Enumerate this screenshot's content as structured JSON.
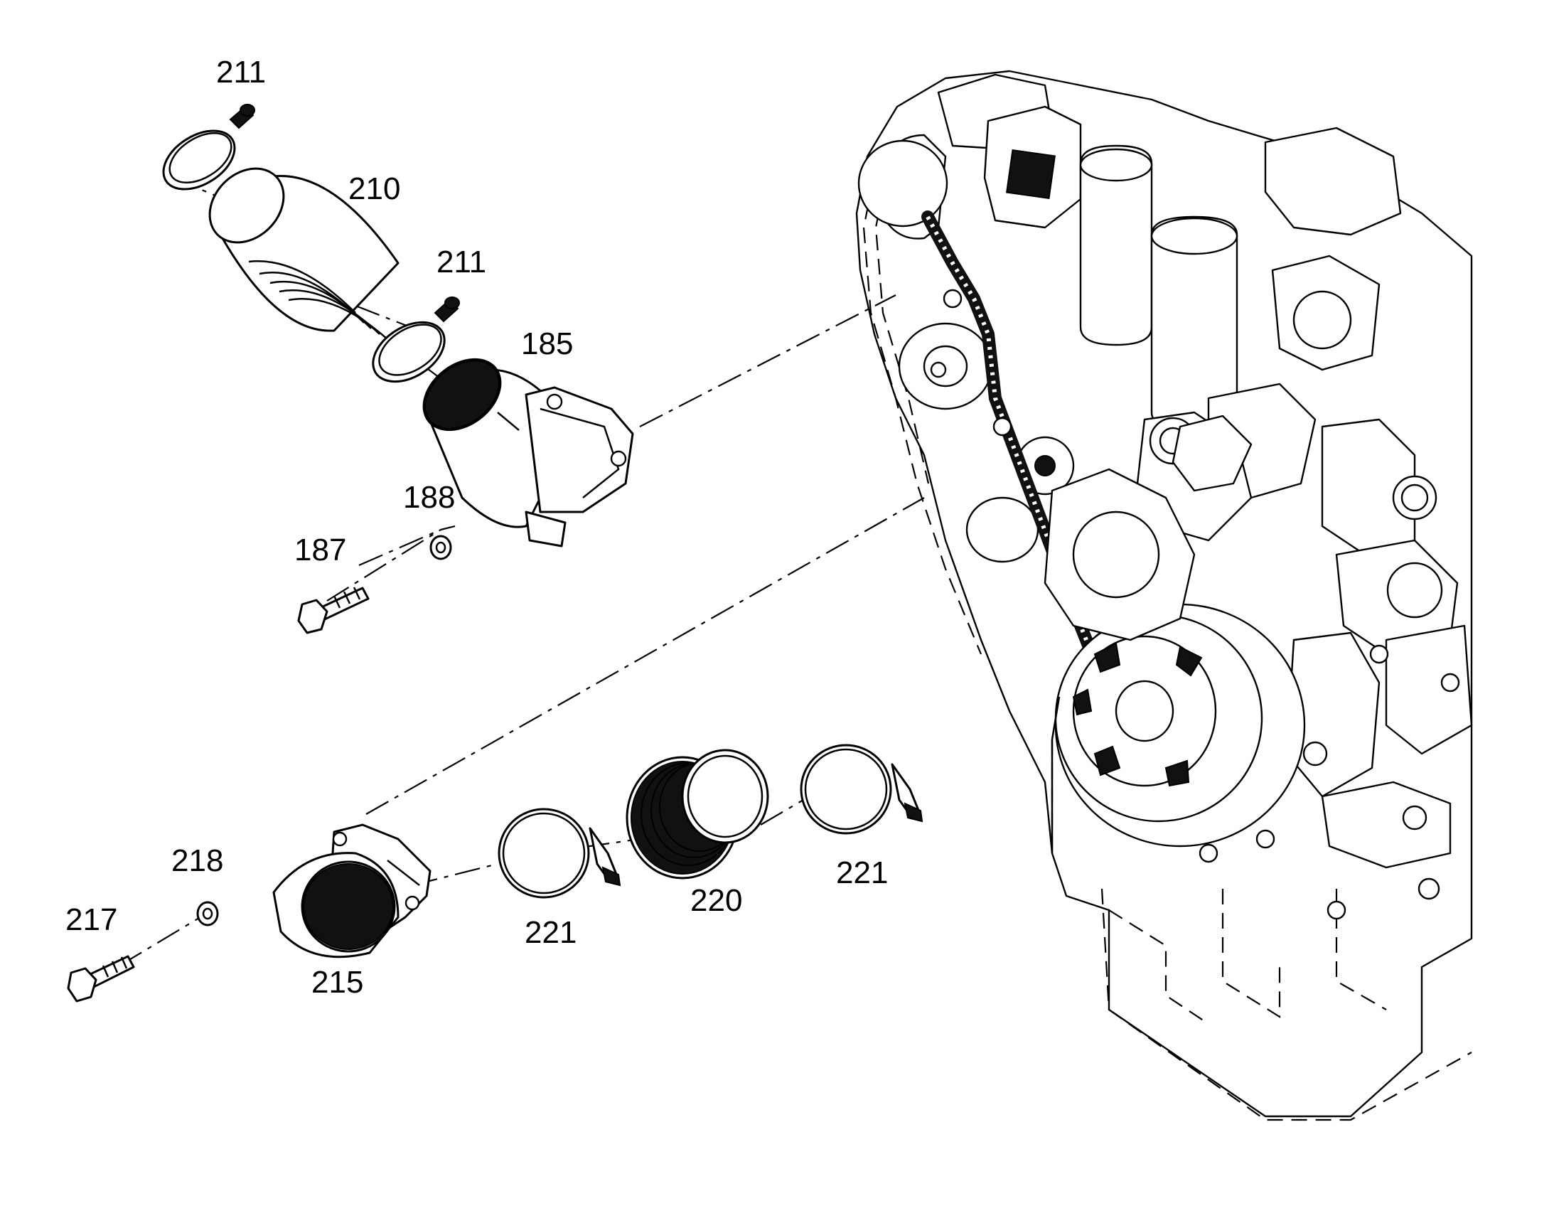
{
  "callouts": {
    "c211a": "211",
    "c210": "210",
    "c211b": "211",
    "c185": "185",
    "c188": "188",
    "c187": "187",
    "c218": "218",
    "c217": "217",
    "c215": "215",
    "c221a": "221",
    "c220": "220",
    "c221b": "221"
  }
}
